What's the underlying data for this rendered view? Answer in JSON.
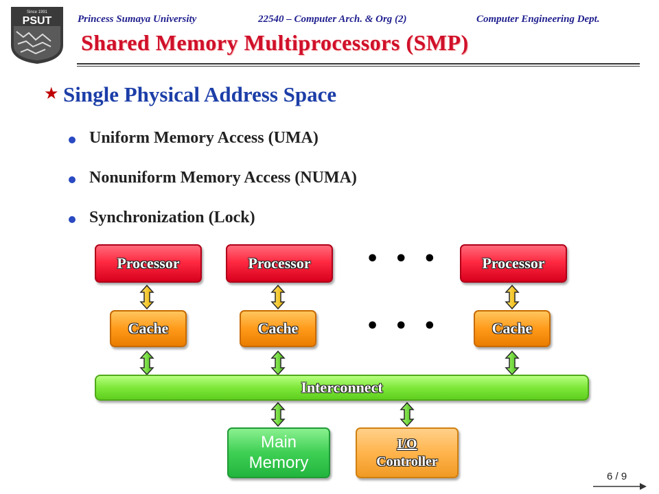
{
  "header": {
    "university": "Princess Sumaya University",
    "course": "22540 – Computer Arch. & Org (2)",
    "department": "Computer Engineering Dept."
  },
  "logo": {
    "name": "PSUT",
    "tagline": "Since 1991"
  },
  "slide": {
    "title": "Shared Memory Multiprocessors (SMP)",
    "main_point": "Single Physical Address Space",
    "sub_points": [
      "Uniform Memory Access (UMA)",
      "Nonuniform Memory Access (NUMA)",
      "Synchronization (Lock)"
    ]
  },
  "diagram": {
    "processors": [
      "Processor",
      "Processor",
      "Processor"
    ],
    "caches": [
      "Cache",
      "Cache",
      "Cache"
    ],
    "ellipsis": "• • •",
    "interconnect": "Interconnect",
    "main_memory_line1": "Main",
    "main_memory_line2": "Memory",
    "io_line1": "I/O",
    "io_line2": "Controller"
  },
  "footer": {
    "page": "6 / 9"
  },
  "colors": {
    "title": "#d0102a",
    "main_point": "#1c3ea8",
    "processor": "#ff2a42",
    "cache": "#ff9a1a",
    "interconnect": "#7ee83a",
    "arrow_top": "#f7c400",
    "arrow_bottom": "#6ad32a"
  }
}
